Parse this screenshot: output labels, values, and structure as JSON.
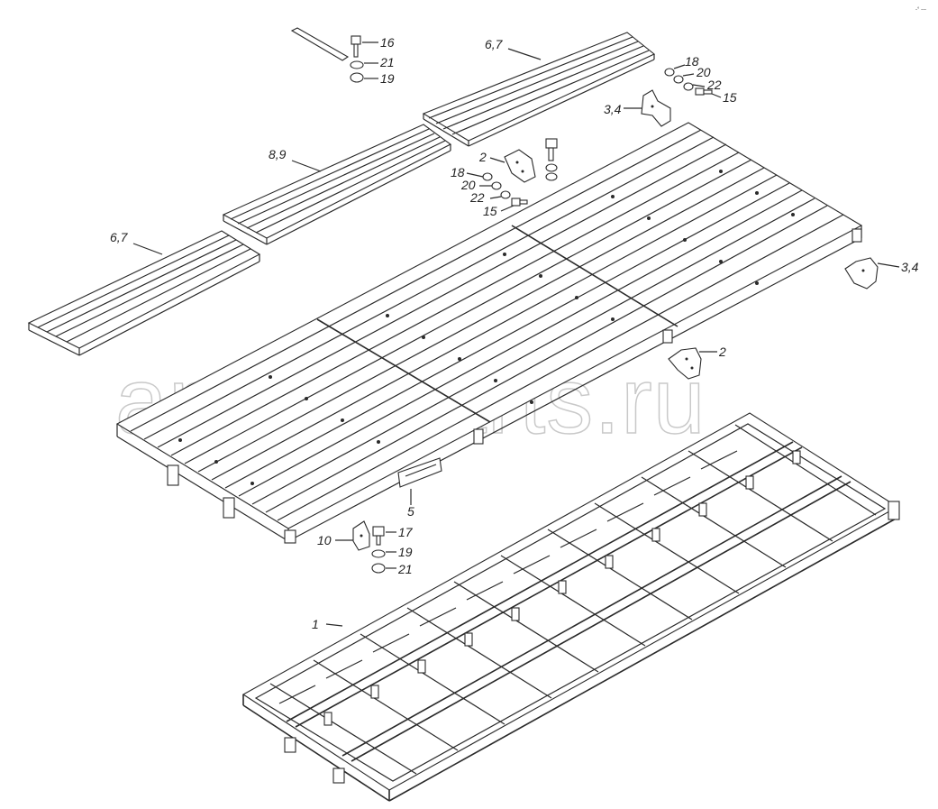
{
  "watermark": "ansat-parts.ru",
  "corner_mark": "-° ---",
  "callouts": {
    "top_bolt": [
      "16",
      "21",
      "19"
    ],
    "top_board": "6,7",
    "top_right_fasteners": [
      "18",
      "20",
      "22",
      "15"
    ],
    "top_right_bracket": "3,4",
    "middle_board": "8,9",
    "middle_bracket": "2",
    "middle_fasteners": [
      "18",
      "20",
      "22",
      "15"
    ],
    "left_board": "6,7",
    "right_bracket": "3,4",
    "right_lower_bracket": "2",
    "plate": "5",
    "bottom_bracket": "10",
    "bottom_fasteners": [
      "17",
      "19",
      "21"
    ],
    "frame": "1"
  }
}
